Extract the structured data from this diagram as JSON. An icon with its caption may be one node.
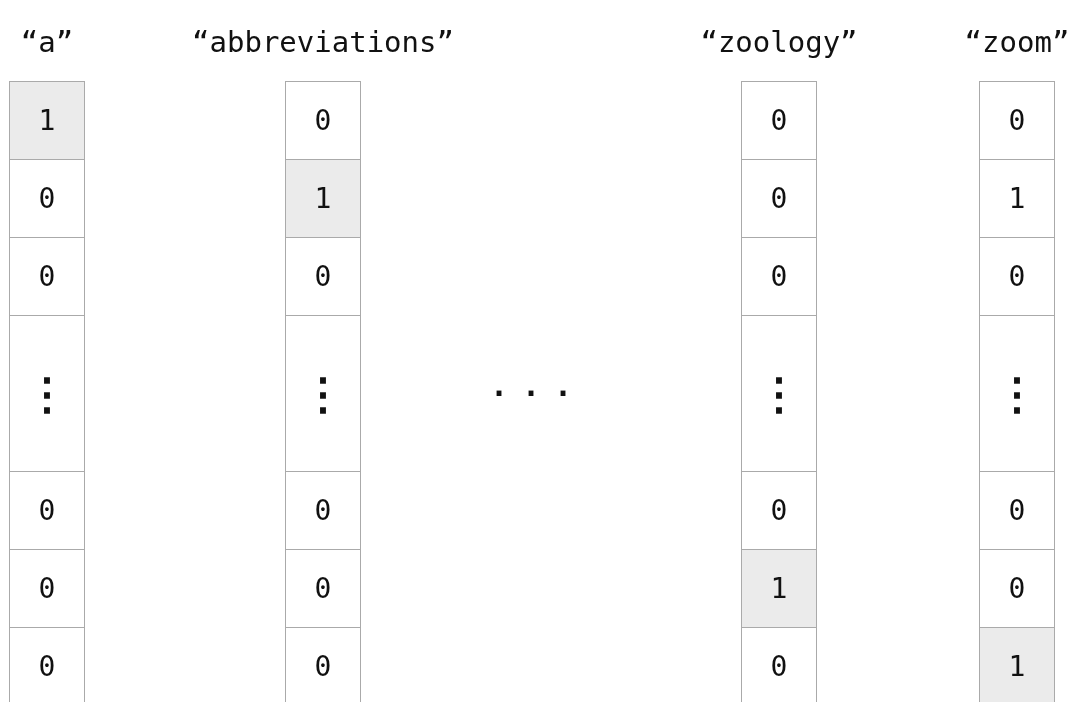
{
  "diagram": {
    "nodes": [
      {
        "text": [
          "“a”"
        ]
      },
      {
        "text": [
          "1"
        ],
        "in": 0
      },
      {
        "text": [
          "0"
        ],
        "in": 0
      },
      {
        "text": [
          "0"
        ],
        "in": 0
      },
      {
        "text": [
          "⋮"
        ],
        "in": 0
      },
      {
        "text": [
          "0"
        ],
        "in": 0
      },
      {
        "text": [
          "0"
        ],
        "in": 0
      },
      {
        "text": [
          "0"
        ],
        "in": 0
      },
      {
        "text": [
          "“abbreviations”"
        ]
      },
      {
        "text": [
          "0"
        ],
        "in": 8
      },
      {
        "text": [
          "1"
        ],
        "in": 8
      },
      {
        "text": [
          "0"
        ],
        "in": 8
      },
      {
        "text": [
          "⋮"
        ],
        "in": 8
      },
      {
        "text": [
          "0"
        ],
        "in": 8
      },
      {
        "text": [
          "0"
        ],
        "in": 8
      },
      {
        "text": [
          "0"
        ],
        "in": 8
      },
      {
        "text": [
          "“zoology”"
        ]
      },
      {
        "text": [
          "0"
        ],
        "in": 16
      },
      {
        "text": [
          "0"
        ],
        "in": 16
      },
      {
        "text": [
          "0"
        ],
        "in": 16
      },
      {
        "text": [
          "⋮"
        ],
        "in": 16
      },
      {
        "text": [
          "0"
        ],
        "in": 16
      },
      {
        "text": [
          "1"
        ],
        "in": 16
      },
      {
        "text": [
          "0"
        ],
        "in": 16
      },
      {
        "text": [
          "“zoom”"
        ]
      },
      {
        "text": [
          "0"
        ],
        "in": 24
      },
      {
        "text": [
          "1"
        ],
        "in": 24
      },
      {
        "text": [
          "0"
        ],
        "in": 24
      },
      {
        "text": [
          "⋮"
        ],
        "in": 24
      },
      {
        "text": [
          "0"
        ],
        "in": 24
      },
      {
        "text": [
          "0"
        ],
        "in": 24
      },
      {
        "text": [
          "1"
        ],
        "in": 24
      }
    ],
    "labels": [
      "..."
    ]
  }
}
